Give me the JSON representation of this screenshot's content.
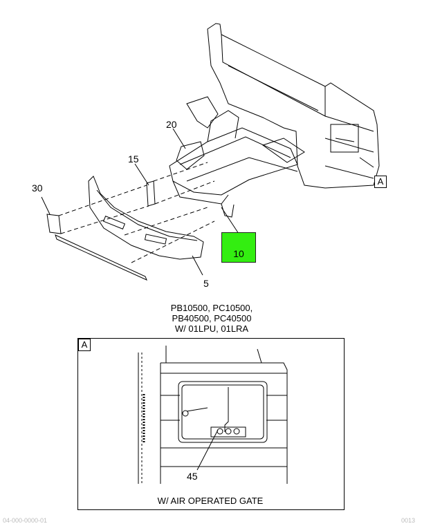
{
  "callouts": {
    "part_20": "20",
    "part_15": "15",
    "part_30": "30",
    "part_10": "10",
    "part_5": "5",
    "view_a_main": "A",
    "view_a_detail": "A",
    "part_45": "45"
  },
  "applicability": {
    "line1": "PB10500, PC10500,",
    "line2": "PB40500, PC40500",
    "line3": "W/ 01LPU, 01LRA"
  },
  "detail_caption": "W/ AIR OPERATED GATE",
  "footer": {
    "left": "04-000-0000-01",
    "right": "0013"
  },
  "colors": {
    "highlight": "#33ee11",
    "line": "#000000"
  }
}
